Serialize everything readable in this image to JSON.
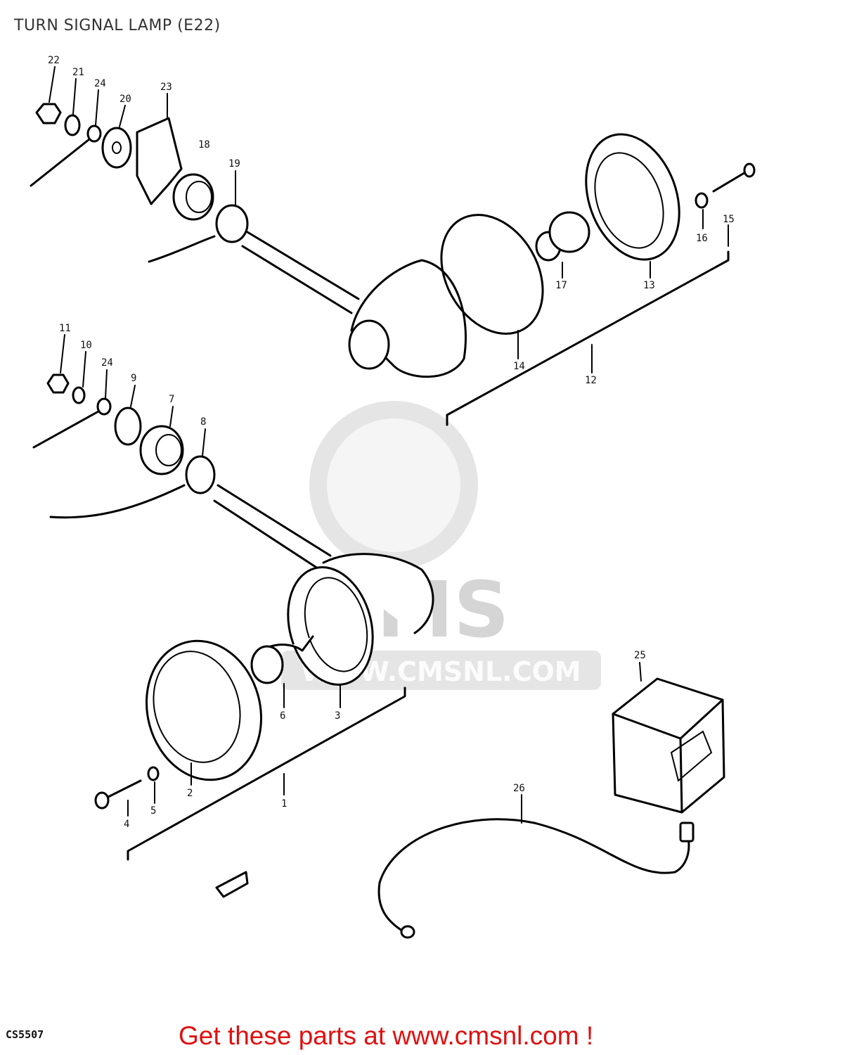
{
  "title": "TURN SIGNAL LAMP (E22)",
  "diagram_code": "CS5507",
  "cta_text": "Get these parts at www.cmsnl.com !",
  "watermark_text": "CMS",
  "watermark_url": "WWW.CMSNL.COM",
  "part_labels": [
    "22",
    "21",
    "24",
    "20",
    "23",
    "18",
    "19",
    "15",
    "16",
    "17",
    "13",
    "14",
    "12",
    "11",
    "10",
    "24",
    "9",
    "7",
    "8",
    "25",
    "6",
    "3",
    "2",
    "1",
    "5",
    "4",
    "26"
  ]
}
